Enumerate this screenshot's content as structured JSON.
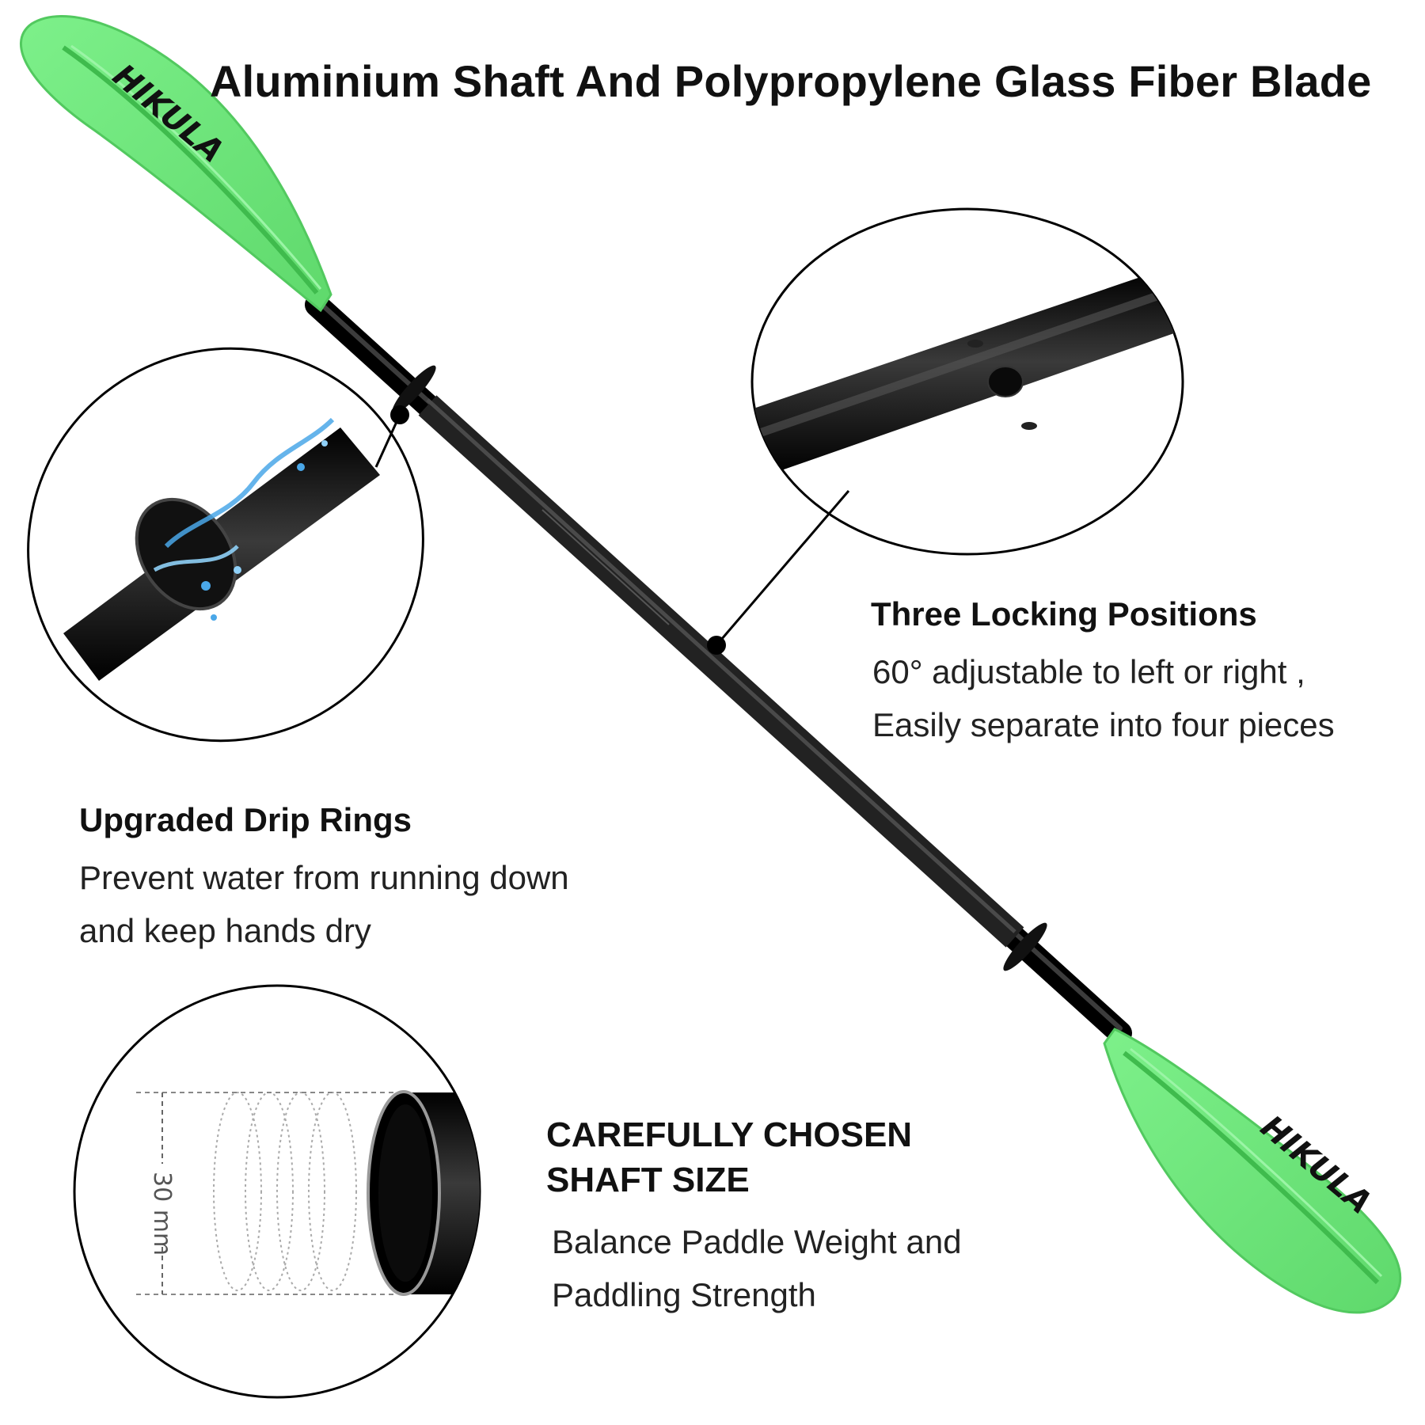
{
  "title": "Aluminium Shaft And Polypropylene Glass Fiber Blade",
  "brand_logo": "HIKULA",
  "features": {
    "locking": {
      "heading": "Three Locking Positions",
      "line1": "60° adjustable to left or right ,",
      "line2": "Easily separate into four pieces"
    },
    "drip_rings": {
      "heading": "Upgraded Drip Rings",
      "line1": "Prevent water from running down",
      "line2": "and keep hands dry"
    },
    "shaft_size": {
      "heading_line1": "CAREFULLY CHOSEN",
      "heading_line2": "SHAFT SIZE",
      "line1": "Balance Paddle Weight and",
      "line2": "Paddling Strength",
      "diameter_label": "30 mm"
    }
  },
  "colors": {
    "blade": "#72e87e",
    "blade_rib": "#4fc85c",
    "shaft": "#111111",
    "water": "#4aa7e8"
  }
}
